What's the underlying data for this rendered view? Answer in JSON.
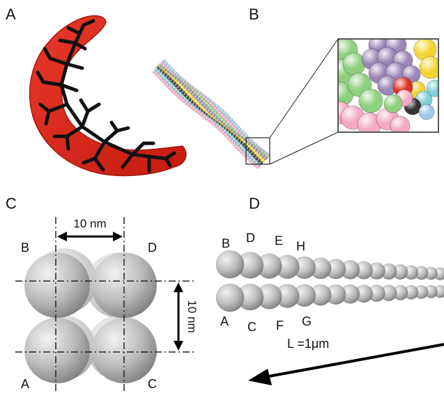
{
  "panels": {
    "a": {
      "label": "A"
    },
    "b": {
      "label": "B"
    },
    "c": {
      "label": "C",
      "width_dimension": "10 nm",
      "height_dimension": "10 nm",
      "corner_labels": {
        "top_left": "B",
        "top_right": "D",
        "bottom_left": "A",
        "bottom_right": "C"
      }
    },
    "d": {
      "label": "D",
      "top_row_labels": [
        "B",
        "D",
        "E",
        "H"
      ],
      "bottom_row_labels": [
        "A",
        "C",
        "F",
        "G"
      ],
      "length_label": "L =1μm"
    }
  },
  "colors": {
    "cell_body": "#e0261b",
    "branches": "#111111",
    "bead_gray": "#b9b9b9",
    "bead_palette": [
      "#9ec9ea",
      "#f4a9c4",
      "#8fd07f",
      "#9b86b8",
      "#f2d533",
      "#e0301e",
      "#7fd0d6",
      "#333333"
    ]
  }
}
